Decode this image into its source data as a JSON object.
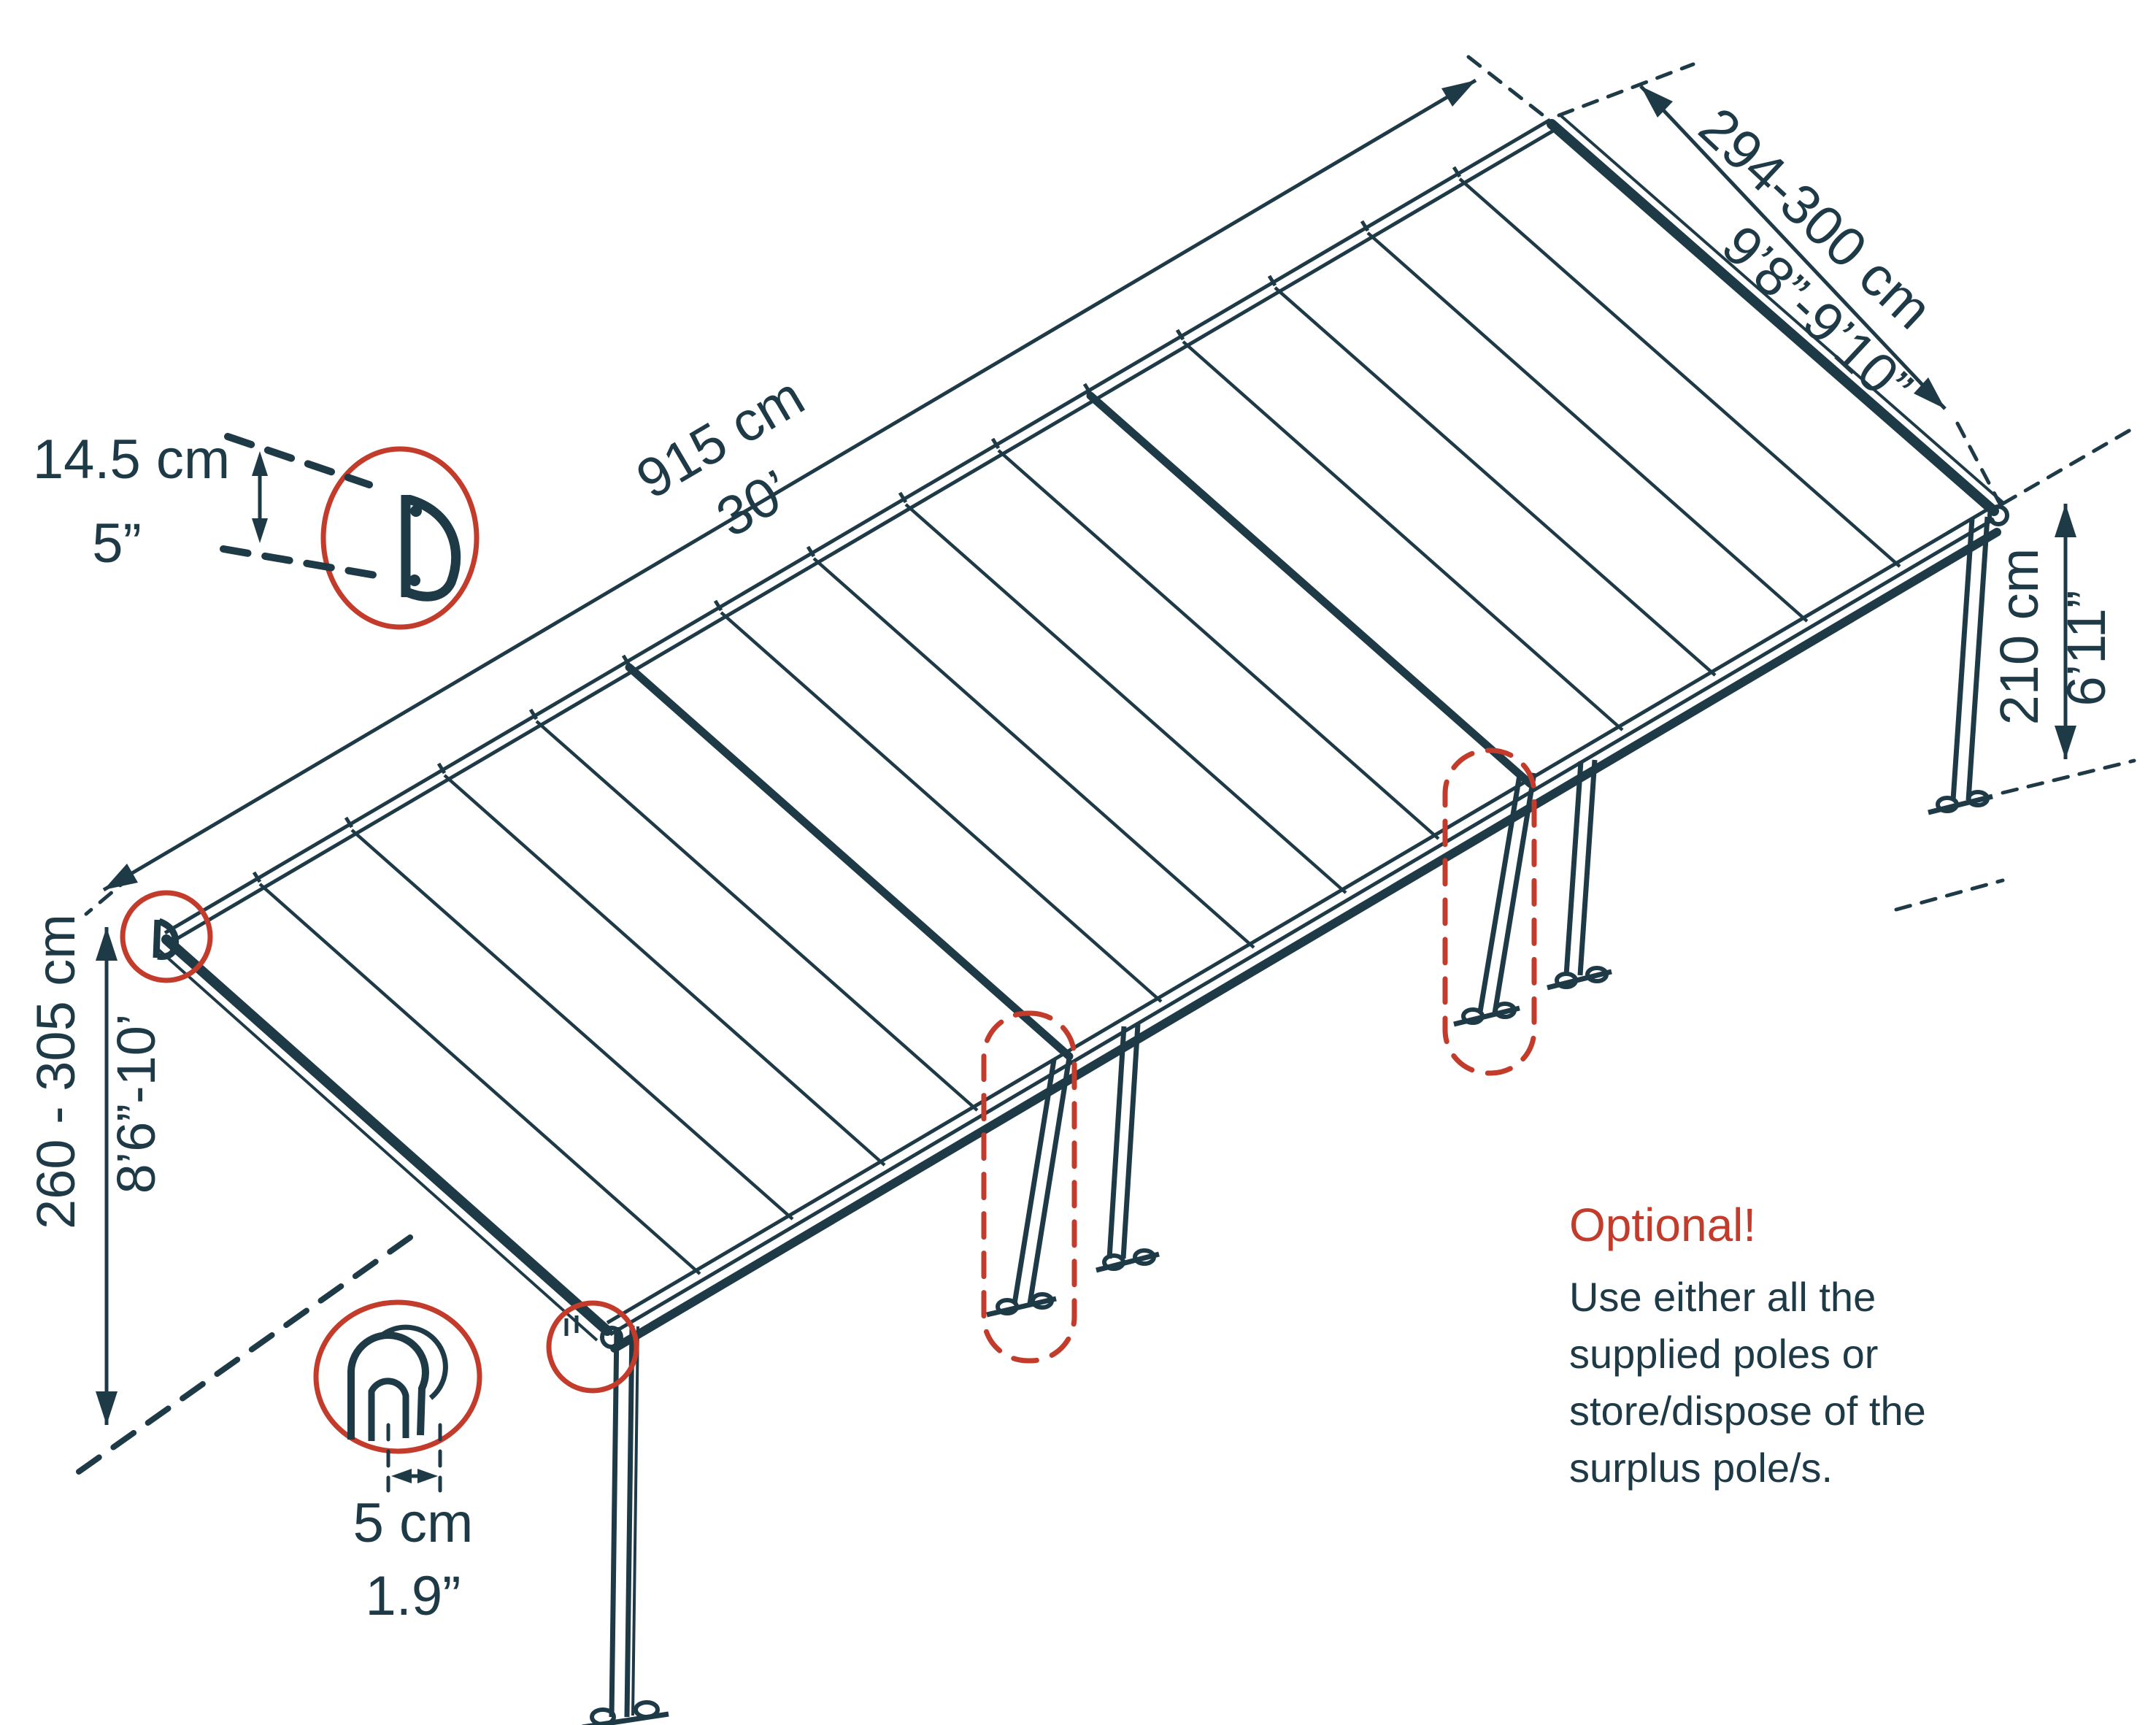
{
  "diagram": {
    "title": "Patio cover isometric dimension drawing",
    "colors": {
      "ink": "#1e3a47",
      "accent_red": "#c23b2b"
    },
    "dimensions": {
      "length": {
        "metric": "915 cm",
        "imperial": "30’"
      },
      "depth": {
        "metric": "294-300 cm",
        "imperial": "9’8”-9’10”"
      },
      "front_height": {
        "metric": "210 cm",
        "imperial": "6’11”"
      },
      "back_height": {
        "metric": "260 - 305 cm",
        "imperial": "8’6”-10’"
      },
      "beam_profile": {
        "metric": "14.5 cm",
        "imperial": "5”"
      },
      "pole_width": {
        "metric": "5 cm",
        "imperial": "1.9”"
      }
    },
    "note": {
      "title": "Optional!",
      "body_lines": [
        "Use either all the",
        "supplied poles or",
        "store/dispose of the",
        "surplus pole/s."
      ]
    }
  }
}
